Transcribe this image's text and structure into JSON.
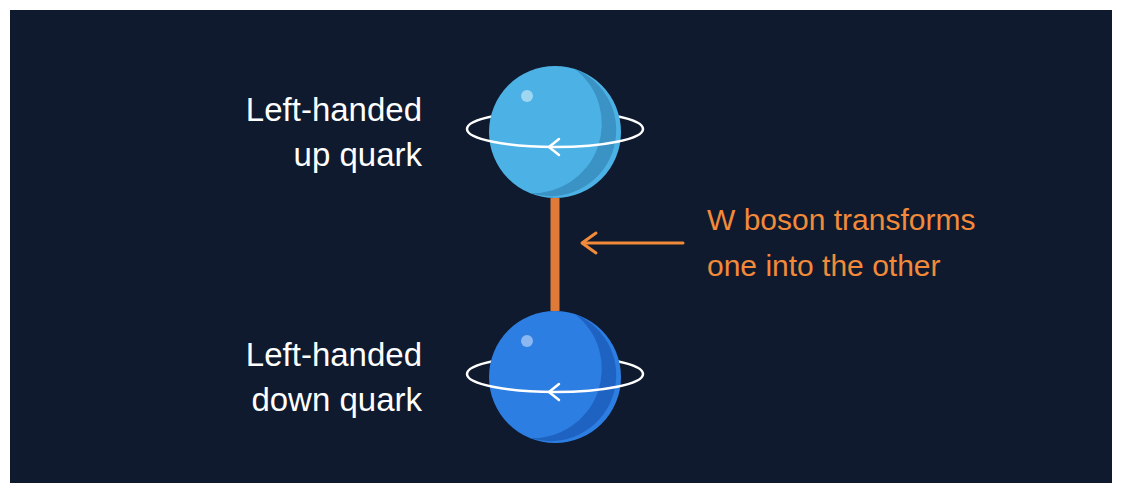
{
  "diagram": {
    "nodes": [
      {
        "text": [
          "Left-handed up quark"
        ]
      },
      {
        "text": [
          "Left-handed down quark"
        ]
      }
    ],
    "edges": [
      {
        "from": 0,
        "to": 1,
        "arrow": "none"
      }
    ],
    "labels": [
      "W boson transforms one into the other"
    ]
  }
}
